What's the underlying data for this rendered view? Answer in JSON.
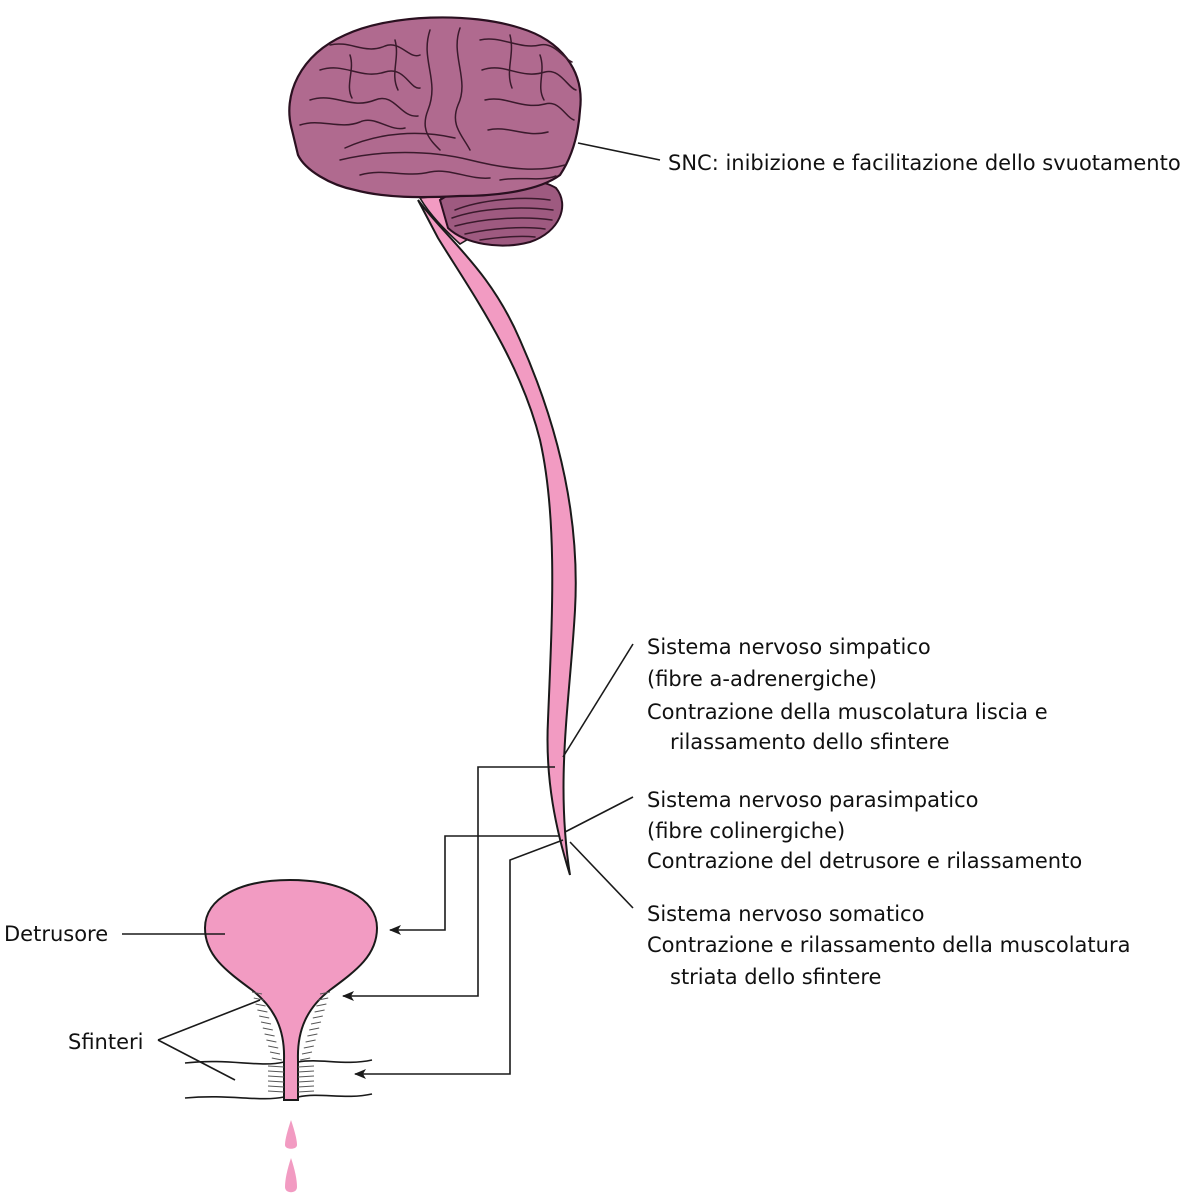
{
  "labels": {
    "snc": "SNC: inibizione e facilitazione dello svuotamento",
    "simpatico_1": "Sistema nervoso simpatico",
    "simpatico_2": "(fibre a-adrenergiche)",
    "simpatico_3": "Contrazione della muscolatura liscia e",
    "simpatico_4": "rilassamento dello sfintere",
    "parasimpatico_1": "Sistema nervoso parasimpatico",
    "parasimpatico_2": "(fibre colinergiche)",
    "parasimpatico_3": "Contrazione del detrusore e rilassamento",
    "somatico_1": "Sistema nervoso somatico",
    "somatico_2": "Contrazione e rilassamento della muscolatura",
    "somatico_3": "striata dello sfintere",
    "detrusore": "Detrusore",
    "sfinteri": "Sfinteri"
  },
  "colors": {
    "brain": "#b06a8f",
    "brain_dark": "#8e4a6d",
    "cerebellum": "#9e5a80",
    "spinal_cord": "#f29bc2",
    "bladder": "#f29bc2",
    "line": "#1a1a1a"
  }
}
